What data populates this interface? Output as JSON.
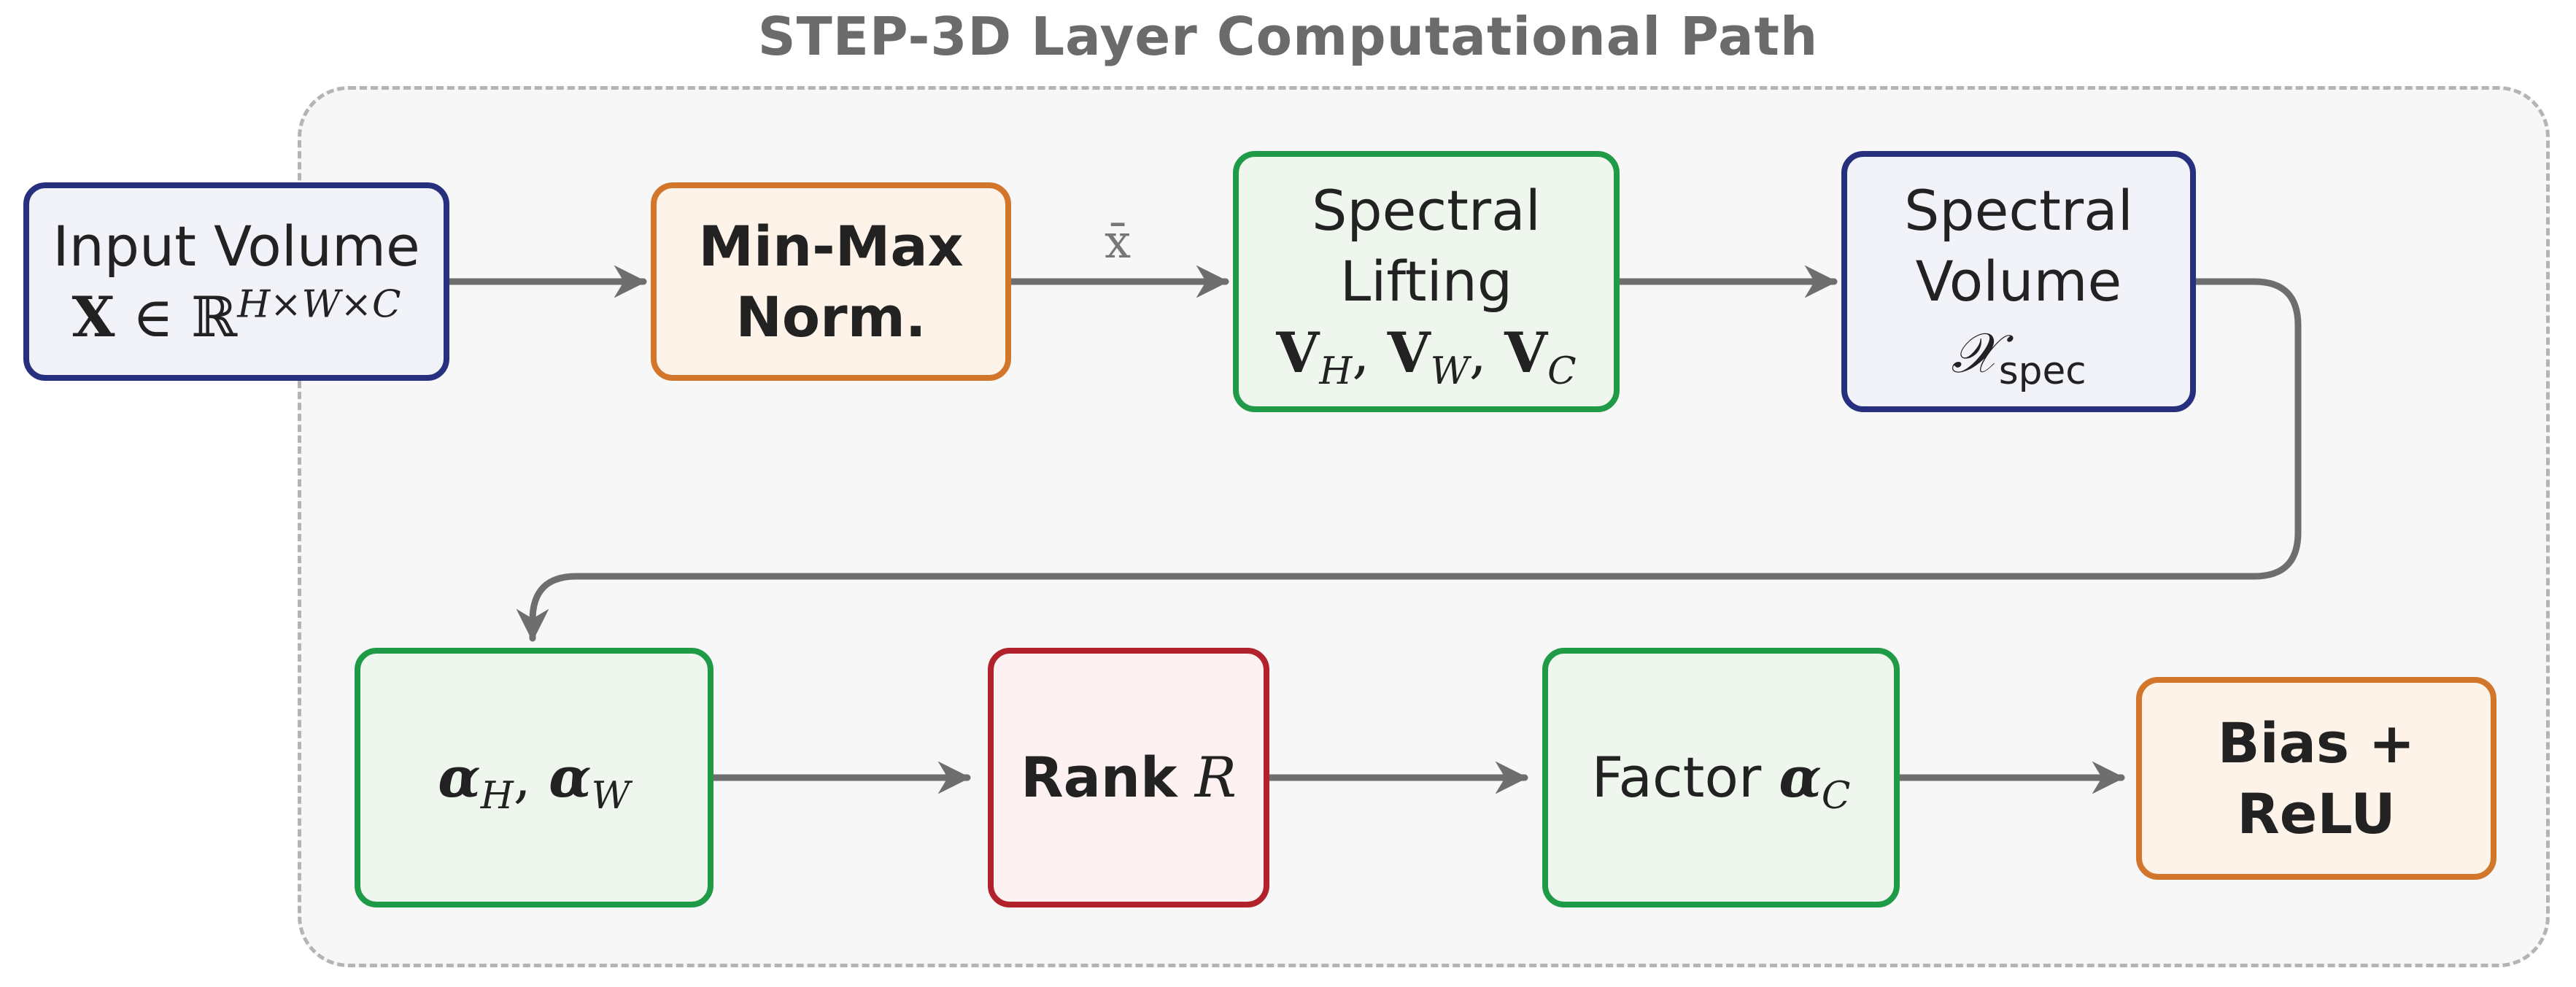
{
  "title": "STEP-3D Layer Computational Path",
  "edge_label": "x̄",
  "nodes": {
    "input": {
      "line1": "Input Volume",
      "math_bold": "X",
      "math_rest": " ∈ ℝ",
      "sup": "H×W×C"
    },
    "norm": {
      "line1": "Min-Max",
      "line2": "Norm."
    },
    "lifting": {
      "line1": "Spectral",
      "line2": "Lifting",
      "math": "V",
      "sub1": "H",
      "sub2": "W",
      "sub3": "C",
      "sep": ", "
    },
    "volume": {
      "line1": "Spectral",
      "line2": "Volume",
      "math": "𝒳",
      "sub": "spec"
    },
    "alpha_hw": {
      "alpha": "α",
      "sub1": "H",
      "sub2": "W",
      "sep": ", "
    },
    "rank": {
      "label": "Rank",
      "math": "R"
    },
    "factor": {
      "label": "Factor",
      "alpha": "α",
      "sub": "C"
    },
    "bias": {
      "line1": "Bias +",
      "line2": "ReLU"
    }
  },
  "colors": {
    "blue": "#26307f",
    "orange": "#d2762c",
    "green": "#1f9b47",
    "red": "#b2222c",
    "arrow": "#6e6e6e"
  }
}
